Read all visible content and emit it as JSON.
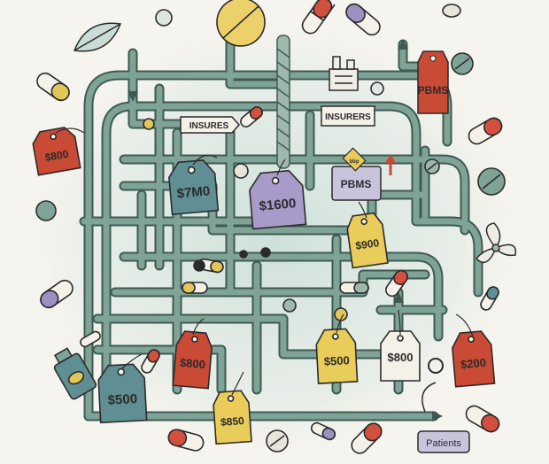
{
  "colors": {
    "background": "#f6f4ee",
    "pipe": "#7fa497",
    "pipe_outline": "#3d5a52",
    "red_tag": "#c94a35",
    "yellow_tag": "#e9cc5a",
    "blue_tag": "#5f8f93",
    "purple_tag": "#a89bc9",
    "white_tag": "#f4f1e8",
    "lavender_tag": "#c9c3dc",
    "ink": "#2b2b2b"
  },
  "labels": {
    "insures_small": "INSURES",
    "insurers_box": "INSURERS",
    "pbms_center": "PBMS",
    "pbms_badge": "bbp",
    "pbms_top_right": "PBMS",
    "patients": "Patients"
  },
  "price_tags": {
    "left_red_800": "$800",
    "center_blue_7m0": "$7M0",
    "center_purple_1600": "$1600",
    "yellow_900": "$900",
    "red_bottom_800": "$800",
    "yellow_500": "$500",
    "white_800": "$800",
    "red_200": "$200",
    "blue_500": "$500",
    "yellow_850": "$850"
  },
  "icons": {
    "factory": "factory-icon",
    "arrow": "up-arrow-icon",
    "pill": "pill-icon",
    "tablet": "tablet-icon",
    "leaf": "leaf-icon",
    "bottle": "bottle-icon",
    "fan": "fan-icon"
  }
}
